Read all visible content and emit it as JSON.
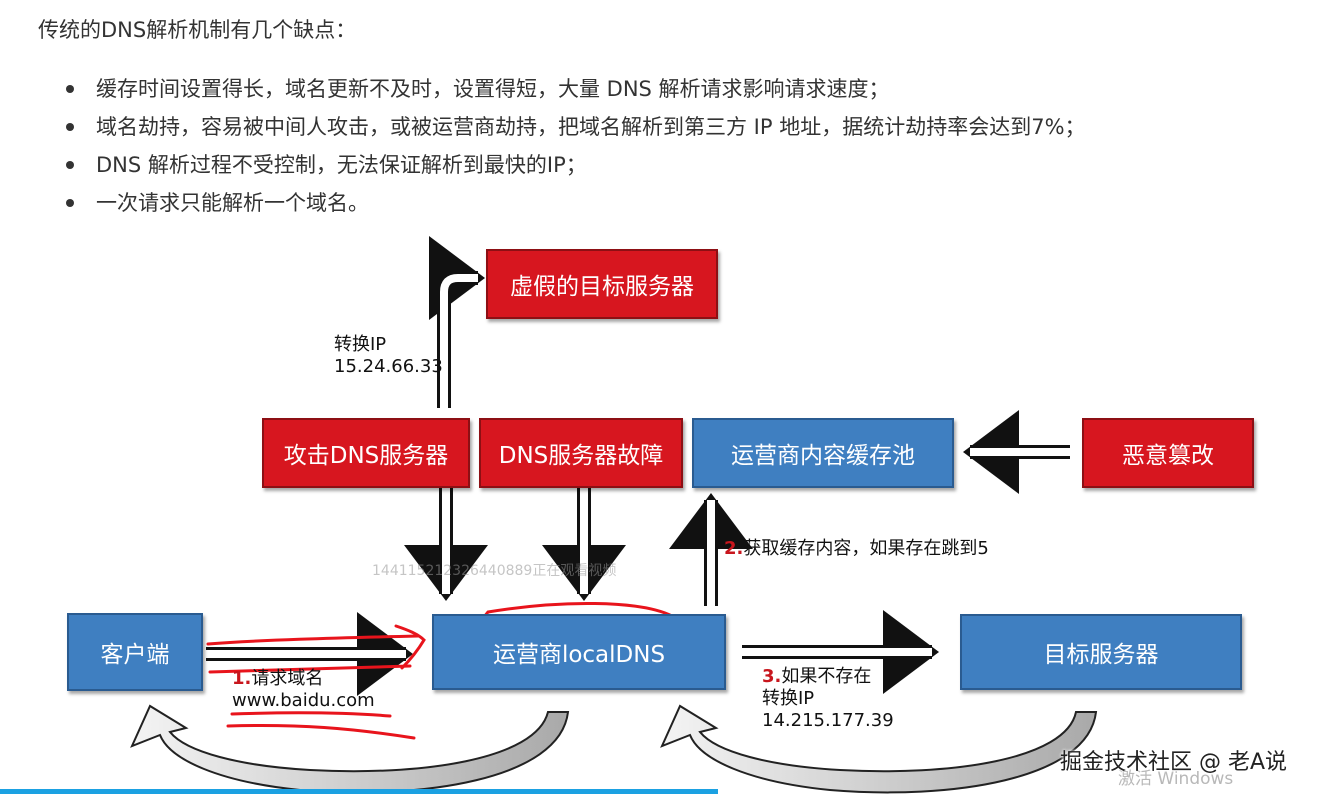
{
  "intro": "传统的DNS解析机制有几个缺点：",
  "bullets": [
    "缓存时间设置得长，域名更新不及时，设置得短，大量 DNS 解析请求影响请求速度；",
    "域名劫持，容易被中间人攻击，或被运营商劫持，把域名解析到第三方 IP 地址，据统计劫持率会达到7%；",
    "DNS 解析过程不受控制，无法保证解析到最快的IP；",
    "一次请求只能解析一个域名。"
  ],
  "diagram": {
    "boxes": {
      "fake_server": "虚假的目标服务器",
      "attack_dns": "攻击DNS服务器",
      "dns_fault": "DNS服务器故障",
      "cache_pool": "运营商内容缓存池",
      "tamper": "恶意篡改",
      "client": "客户端",
      "local_dns": "运营商localDNS",
      "target_server": "目标服务器"
    },
    "labels": {
      "convert_fake_1": "转换IP",
      "convert_fake_2": "15.24.66.33",
      "step1_num": "1.",
      "step1_text": "请求域名",
      "step1_domain": "www.baidu.com",
      "step2_num": "2.",
      "step2_text": "获取缓存内容，如果存在跳到5",
      "step3_num": "3.",
      "step3_text": "如果不存在",
      "step3_line2": "转换IP",
      "step3_ip": "14.215.177.39"
    },
    "colors": {
      "red_box": "#d7161f",
      "blue_box": "#3f7fc1",
      "annotation": "#e8141c"
    }
  },
  "overlay": {
    "watermark": "1441152123264408​89正在观看视频",
    "brand": "掘金技术社区 @ 老A说",
    "windows_notice": "激活 Windows"
  }
}
